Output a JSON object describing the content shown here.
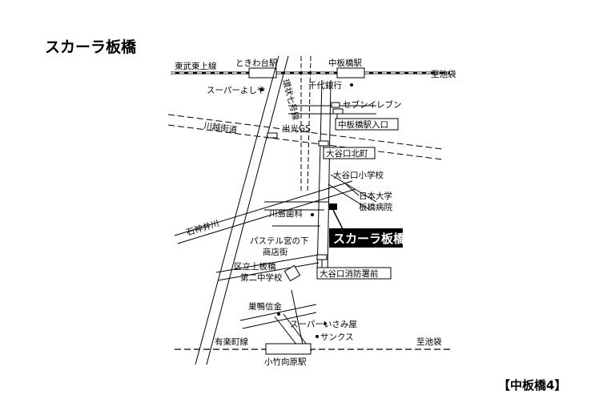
{
  "title": "スカーラ板橋",
  "footer": "【中板橋4】",
  "map": {
    "railways": {
      "top_line": "東武東上線",
      "bottom_line": "有楽町線",
      "direction_top": "至池袋",
      "direction_bottom": "至池袋"
    },
    "stations": {
      "tokiwadai": "ときわ台駅",
      "nakaitabashi": "中板橋駅",
      "kotakemukaihara": "小竹向原駅"
    },
    "roads": {
      "kawagoe": "川越街道",
      "kanpachi": "環状七号線",
      "shakujii": "石神井川"
    },
    "landmarks": {
      "super_yoshiya": "スーパーよしや",
      "chiyoda_bank": "千代銀行",
      "seven_eleven": "セブンイレブン",
      "idemitsu": "出光GS",
      "oyaguchi_school": "大谷口小学校",
      "nihon_univ_1": "日本大学",
      "nihon_univ_2": "板橋病院",
      "kawashima_dental": "川島歯科",
      "pastel_1": "パステル宮の下",
      "pastel_2": "商店街",
      "school_1": "区立上板橋",
      "school_2": "第二中学校",
      "sugamo_shinkin": "巣鴨信金",
      "super_isamiya": "スーパーいさみ屋",
      "sunkus": "サンクス"
    },
    "bus_stops": {
      "nakaitabashi_iriguchi": "中板橋駅入口",
      "oyaguchi_kitamachi": "大谷口北町",
      "oyaguchi_fire": "大谷口消防署前"
    },
    "target": "スカーラ板橋"
  }
}
